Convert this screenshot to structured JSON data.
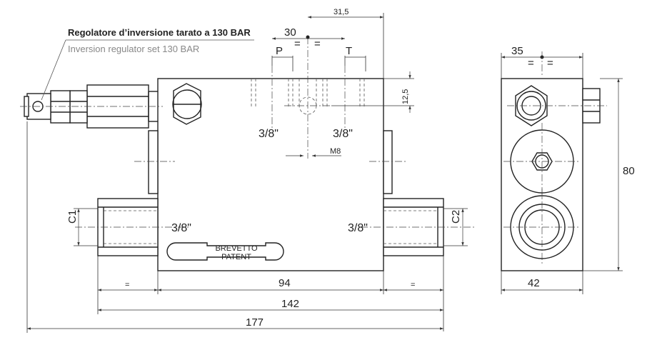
{
  "labels": {
    "title_it": "Regolatore d’inversione tarato a 130 BAR",
    "title_en": "Inversion regulator set 130 BAR",
    "port_p": "P",
    "port_t": "T",
    "port_c1": "C1",
    "port_c2": "C2",
    "thread_p": "3/8\"",
    "thread_t": "3/8\"",
    "thread_c1": "3/8\"",
    "thread_c2": "3/8\"",
    "mount_thread": "M8",
    "patent_line1": "BREVETTO",
    "patent_line2": "PATENT",
    "equal_sign": "="
  },
  "dimensions": {
    "d_315": "31,5",
    "d_30": "30",
    "d_125": "12,5",
    "d_94": "94",
    "d_142": "142",
    "d_177": "177",
    "d_35": "35",
    "d_80": "80",
    "d_42": "42"
  },
  "colors": {
    "line": "#222222",
    "grey_text": "#888888"
  }
}
